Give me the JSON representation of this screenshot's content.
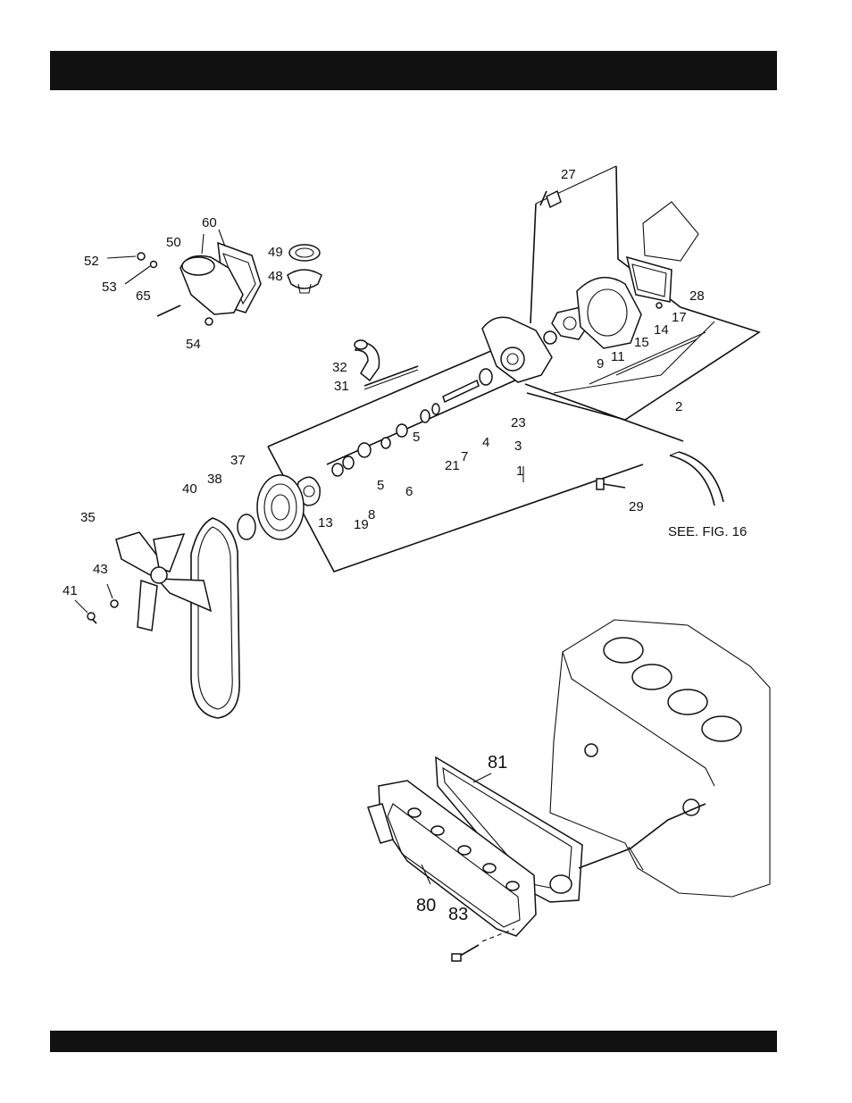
{
  "labels": {
    "p27": "27",
    "p60": "60",
    "p50": "50",
    "p49": "49",
    "p48": "48",
    "p52": "52",
    "p53": "53",
    "p65": "65",
    "p54": "54",
    "p28": "28",
    "p17": "17",
    "p14": "14",
    "p15": "15",
    "p11": "11",
    "p9": "9",
    "p32": "32",
    "p31": "31",
    "p2": "2",
    "p23": "23",
    "p4": "4",
    "p3": "3",
    "p7": "7",
    "p21": "21",
    "p5a": "5",
    "p5b": "5",
    "p6": "6",
    "p1": "1",
    "p37": "37",
    "p38": "38",
    "p40": "40",
    "p13": "13",
    "p19": "19",
    "p8": "8",
    "p29": "29",
    "p35": "35",
    "p43": "43",
    "p41": "41",
    "p81": "81",
    "p80": "80",
    "p83": "83"
  },
  "note": "SEE. FIG. 16"
}
